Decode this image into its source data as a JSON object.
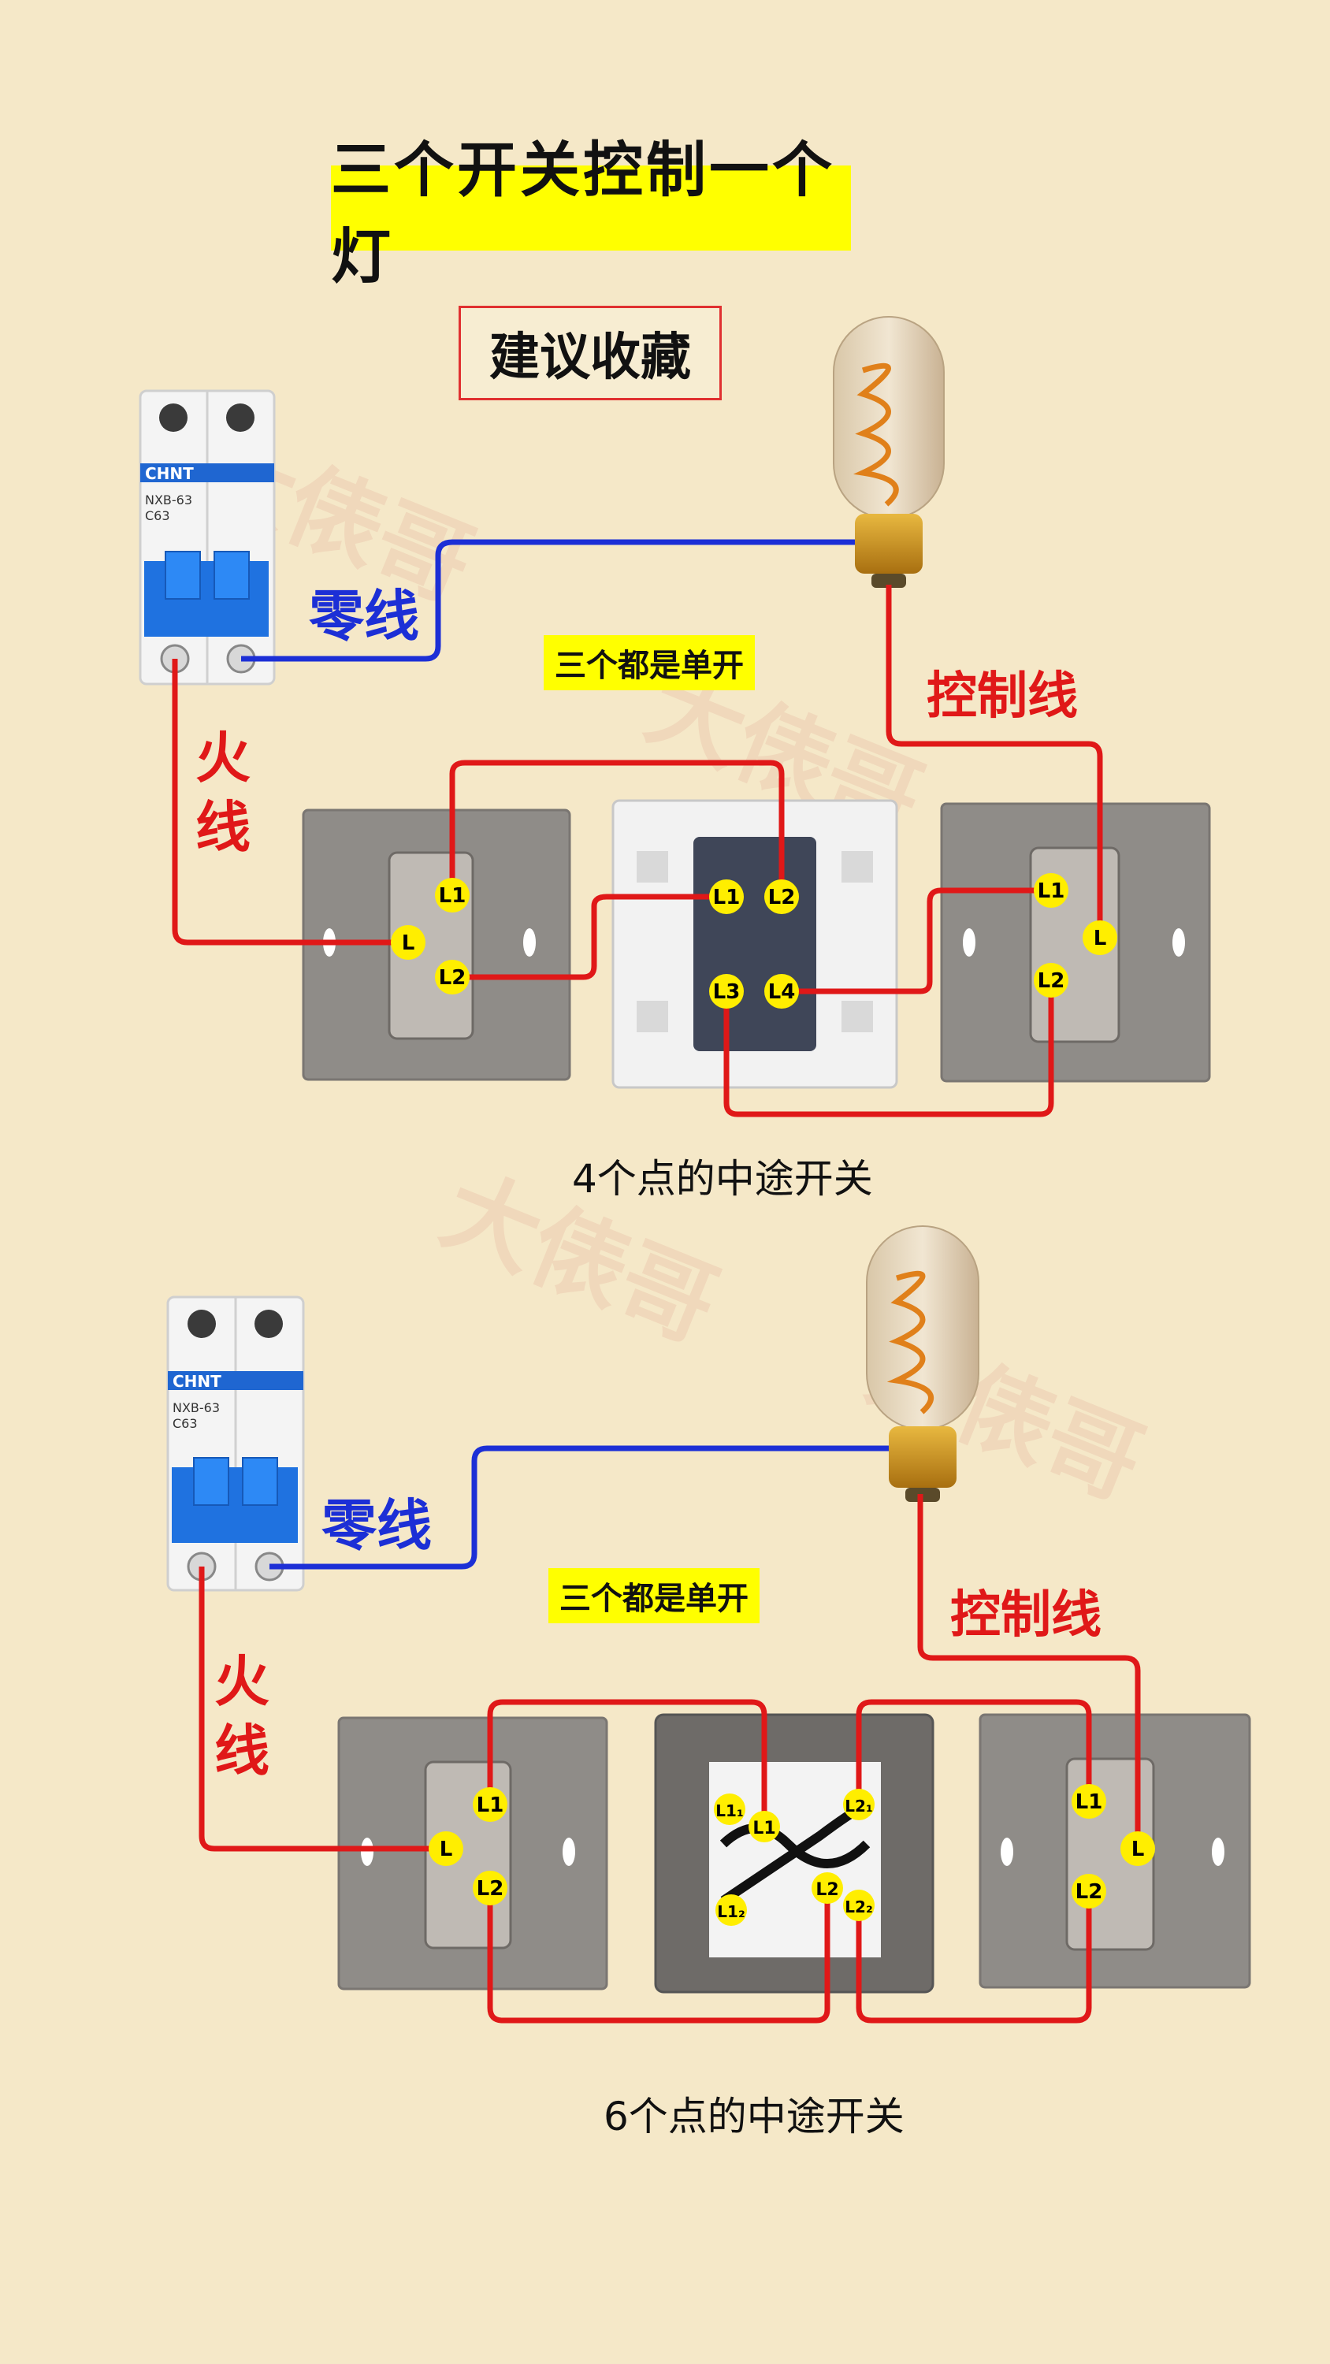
{
  "title": "三个开关控制一个灯",
  "save_note": "建议收藏",
  "watermark": "大俵哥",
  "breaker": {
    "brand": "CHNT",
    "model": "NXB-63",
    "rating": "C63"
  },
  "labels": {
    "neutral": "零线",
    "live": "火线",
    "control": "控制线",
    "all_single": "三个都是单开"
  },
  "diagrams": [
    {
      "caption": "4个点的中途开关"
    },
    {
      "caption": "6个点的中途开关"
    }
  ],
  "terminals": {
    "L": "L",
    "L1": "L1",
    "L2": "L2",
    "L3": "L3",
    "L4": "L4",
    "L11": "L1₁",
    "L12": "L1₂",
    "L21": "L2₁",
    "L22": "L2₂"
  },
  "colors": {
    "live": "#e01818",
    "neutral": "#1c2fd6",
    "terminal": "#ffee00",
    "highlight": "#ffff00"
  }
}
